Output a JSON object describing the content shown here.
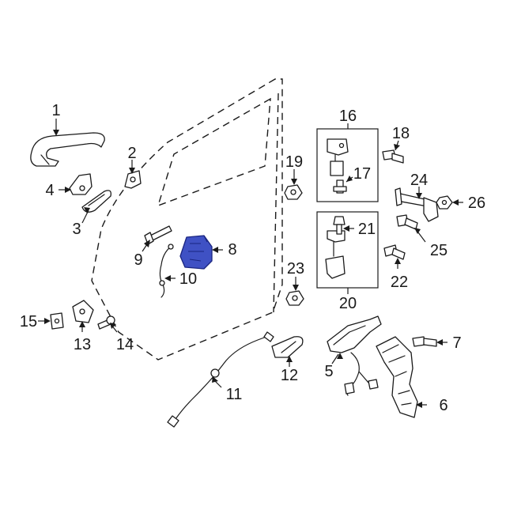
{
  "diagram": {
    "highlight_color": "#3f51c4",
    "callouts": {
      "c1": "1",
      "c2": "2",
      "c3": "3",
      "c4": "4",
      "c5": "5",
      "c6": "6",
      "c7": "7",
      "c8": "8",
      "c9": "9",
      "c10": "10",
      "c11": "11",
      "c12": "12",
      "c13": "13",
      "c14": "14",
      "c15": "15",
      "c16": "16",
      "c17": "17",
      "c18": "18",
      "c19": "19",
      "c20": "20",
      "c21": "21",
      "c22": "22",
      "c23": "23",
      "c24": "24",
      "c25": "25",
      "c26": "26"
    },
    "parts": [
      {
        "number": "1",
        "icon": "outside-door-handle-icon"
      },
      {
        "number": "2",
        "icon": "handle-gasket-icon"
      },
      {
        "number": "3",
        "icon": "handle-bezel-icon"
      },
      {
        "number": "4",
        "icon": "handle-bracket-icon"
      },
      {
        "number": "5",
        "icon": "inside-handle-assembly-icon"
      },
      {
        "number": "6",
        "icon": "reinforcement-bracket-icon"
      },
      {
        "number": "7",
        "icon": "bolt-icon"
      },
      {
        "number": "8",
        "icon": "door-lock-actuator-icon",
        "highlighted": true
      },
      {
        "number": "9",
        "icon": "bolt-icon"
      },
      {
        "number": "10",
        "icon": "lock-cable-icon"
      },
      {
        "number": "11",
        "icon": "release-cable-icon"
      },
      {
        "number": "12",
        "icon": "inside-handle-icon"
      },
      {
        "number": "13",
        "icon": "striker-icon"
      },
      {
        "number": "14",
        "icon": "screw-icon"
      },
      {
        "number": "15",
        "icon": "striker-shim-icon"
      },
      {
        "number": "16",
        "icon": "upper-hinge-group-icon"
      },
      {
        "number": "17",
        "icon": "bolt-icon"
      },
      {
        "number": "18",
        "icon": "bolt-icon"
      },
      {
        "number": "19",
        "icon": "nut-icon"
      },
      {
        "number": "20",
        "icon": "lower-hinge-group-icon"
      },
      {
        "number": "21",
        "icon": "bolt-icon"
      },
      {
        "number": "22",
        "icon": "bolt-icon"
      },
      {
        "number": "23",
        "icon": "nut-icon"
      },
      {
        "number": "24",
        "icon": "door-check-icon"
      },
      {
        "number": "25",
        "icon": "bolt-icon"
      },
      {
        "number": "26",
        "icon": "nut-icon"
      }
    ]
  }
}
